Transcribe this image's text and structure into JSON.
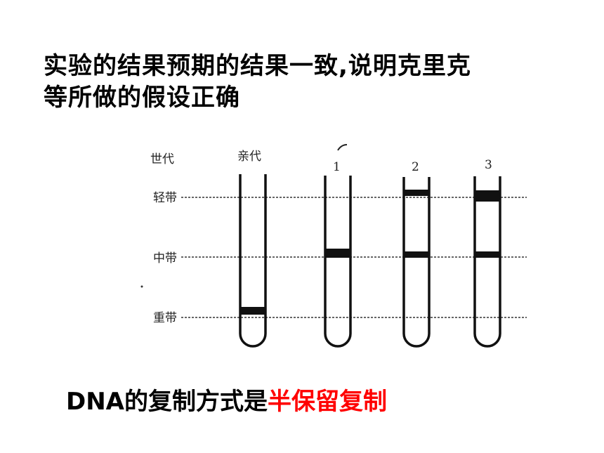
{
  "heading": {
    "line1": "实验的结果预期的结果一致,说明克里克",
    "line2": "等所做的假设正确"
  },
  "diagram": {
    "generation_header": "世代",
    "band_labels": [
      "轻带",
      "中带",
      "重带"
    ],
    "generations": [
      {
        "label": "亲代",
        "bands": [
          "重带"
        ]
      },
      {
        "label": "1",
        "bands": [
          "中带"
        ]
      },
      {
        "label": "2",
        "bands": [
          "轻带",
          "中带"
        ]
      },
      {
        "label": "3",
        "bands": [
          "轻带",
          "中带"
        ]
      }
    ]
  },
  "conclusion": {
    "prefix": "DNA的复制方式是",
    "highlight": "半保留复制",
    "highlight_color": "#ff0000"
  }
}
